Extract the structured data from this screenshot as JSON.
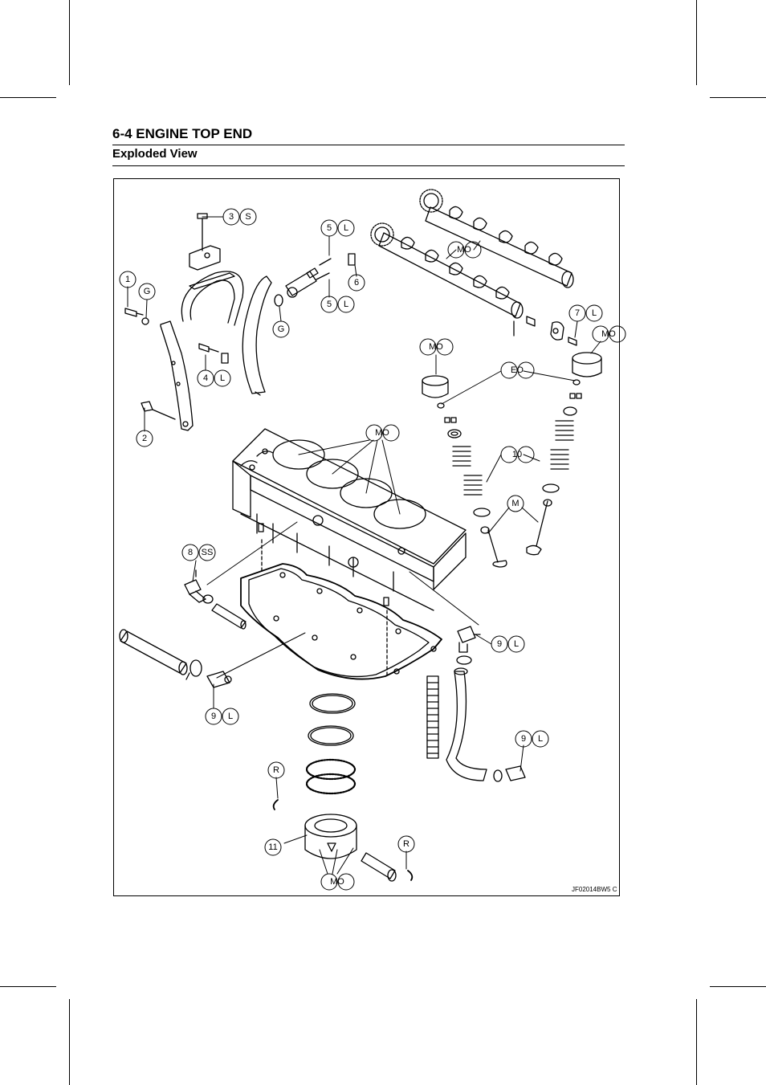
{
  "header": {
    "section_title": "6-4 ENGINE TOP END",
    "subtitle": "Exploded View"
  },
  "figure": {
    "reference_code": "JF02014BW5 C",
    "callouts": [
      {
        "id": "c-3S",
        "number": "3",
        "code": "S"
      },
      {
        "id": "c-5L-top",
        "number": "5",
        "code": "L"
      },
      {
        "id": "c-MO-cam",
        "code": "MO"
      },
      {
        "id": "c-1G",
        "number": "1",
        "code": "G"
      },
      {
        "id": "c-6",
        "number": "6"
      },
      {
        "id": "c-5L-bot",
        "number": "5",
        "code": "L"
      },
      {
        "id": "c-G",
        "code": "G"
      },
      {
        "id": "c-7L",
        "number": "7",
        "code": "L"
      },
      {
        "id": "c-MO-tappet-r",
        "code": "MO"
      },
      {
        "id": "c-MO-tappet-l",
        "code": "MO"
      },
      {
        "id": "c-EO",
        "code": "EO"
      },
      {
        "id": "c-4L",
        "number": "4",
        "code": "L"
      },
      {
        "id": "c-2",
        "number": "2"
      },
      {
        "id": "c-MO-bore",
        "code": "MO"
      },
      {
        "id": "c-10",
        "number": "10"
      },
      {
        "id": "c-M",
        "code": "M"
      },
      {
        "id": "c-8SS",
        "number": "8",
        "code": "SS"
      },
      {
        "id": "c-9L-right",
        "number": "9",
        "code": "L"
      },
      {
        "id": "c-9L-left",
        "number": "9",
        "code": "L"
      },
      {
        "id": "c-9L-lower",
        "number": "9",
        "code": "L"
      },
      {
        "id": "c-R-left",
        "code": "R"
      },
      {
        "id": "c-11",
        "number": "11"
      },
      {
        "id": "c-R-right",
        "code": "R"
      },
      {
        "id": "c-MO-piston",
        "code": "MO"
      }
    ]
  }
}
